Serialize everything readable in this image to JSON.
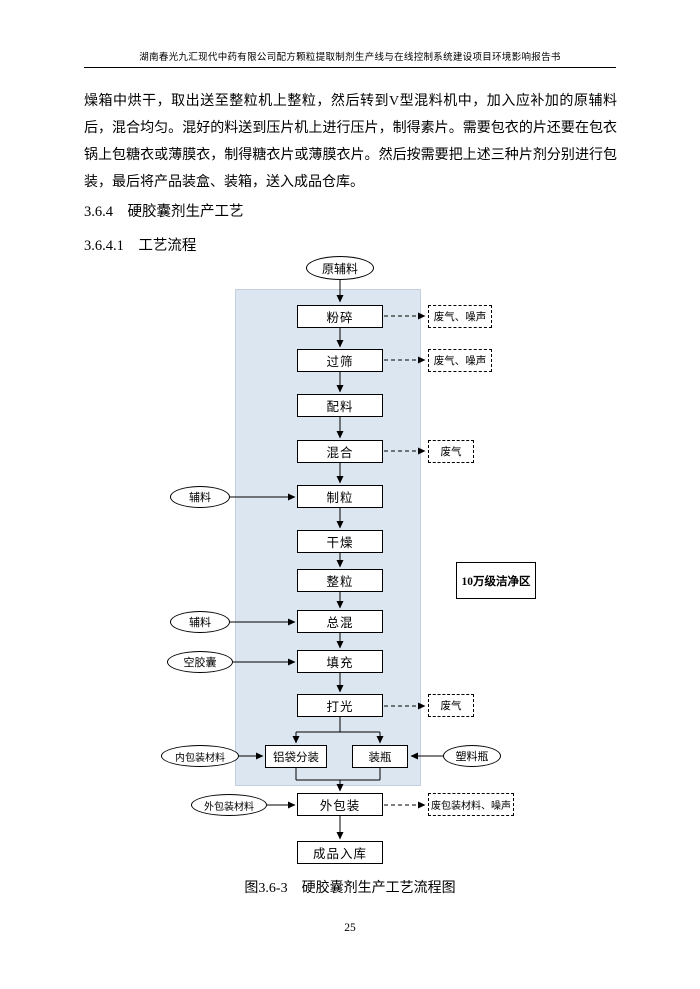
{
  "header": {
    "title": "湖南春光九汇现代中药有限公司配方颗粒提取制剂生产线与在线控制系统建设项目环境影响报告书"
  },
  "body": {
    "paragraph": "燥箱中烘干，取出送至整粒机上整粒，然后转到V型混料机中，加入应补加的原辅料后，混合均匀。混好的料送到压片机上进行压片，制得素片。需要包衣的片还要在包衣锅上包糖衣或薄膜衣，制得糖衣片或薄膜衣片。然后按需要把上述三种片剂分别进行包装，最后将产品装盒、装箱，送入成品仓库。",
    "section_heading": "3.6.4　硬胶囊剂生产工艺",
    "subsection_heading": "3.6.4.1　工艺流程",
    "caption": "图3.6-3　硬胶囊剂生产工艺流程图"
  },
  "flowchart": {
    "start": "原辅料",
    "steps": [
      "粉碎",
      "过筛",
      "配料",
      "混合",
      "制粒",
      "干燥",
      "整粒",
      "总混",
      "填充",
      "打光"
    ],
    "pack_left": "铝袋分装",
    "pack_right": "装瓶",
    "outer_packaging": "外包装",
    "warehouse": "成品入库",
    "inputs": {
      "excipient1": "辅料",
      "excipient2": "辅料",
      "empty_capsule": "空胶囊",
      "inner_packaging": "内包装材料",
      "plastic_bottle": "塑料瓶",
      "outer_packaging_material": "外包装材料"
    },
    "emissions": {
      "crushing": "废气、噪声",
      "sieving": "废气、噪声",
      "mixing": "废气",
      "polishing": "废气",
      "outer_packaging": "废包装材料、噪声"
    },
    "clean_area": "10万级洁净区"
  },
  "footer": {
    "page_number": "25"
  }
}
